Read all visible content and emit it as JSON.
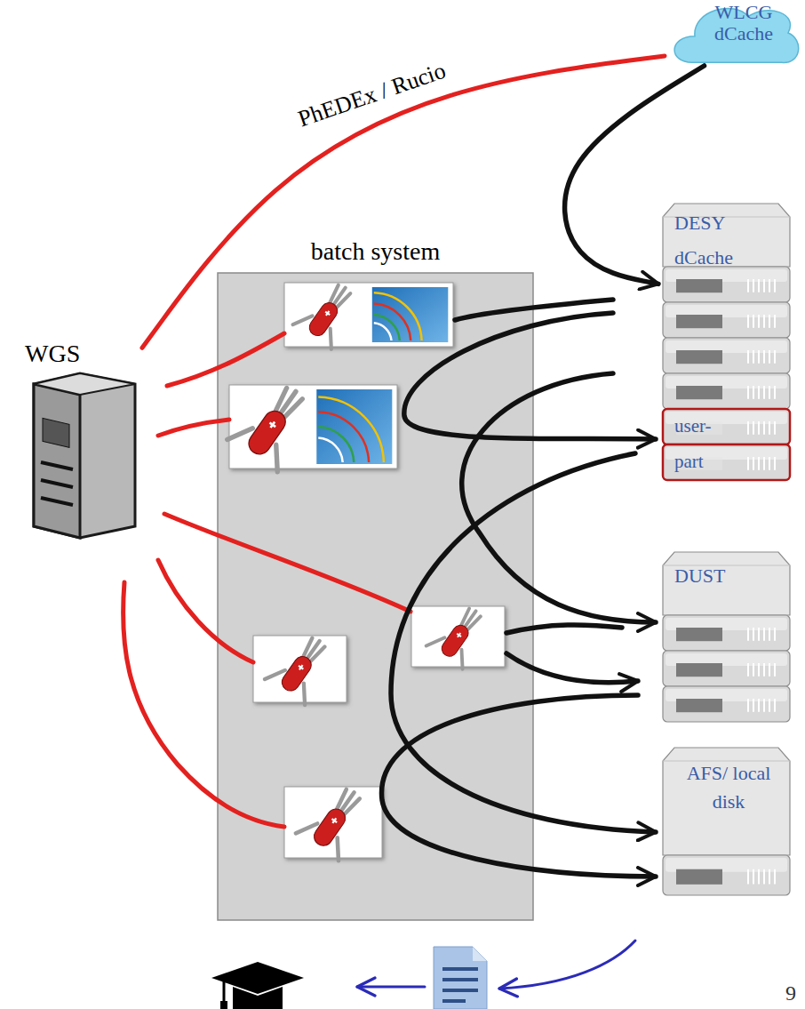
{
  "diagram": {
    "nodes": [
      {
        "text": [
          "WLCG dCache"
        ]
      },
      {
        "text": [
          "DESY dCache"
        ]
      },
      {
        "text": [
          "user- part"
        ],
        "in": 1
      },
      {
        "text": [
          "batch system"
        ]
      },
      {
        "text": [
          "WGS"
        ]
      },
      {
        "text": [
          "DUST"
        ]
      },
      {
        "text": [
          "AFS/ local disk"
        ]
      }
    ],
    "edges": [
      {
        "from": 4,
        "to": 0,
        "arrow": "none",
        "label": "PhEDEx / Rucio"
      },
      {
        "from": 0,
        "to": 1,
        "arrow": "to"
      }
    ],
    "labels": [
      "9"
    ]
  }
}
